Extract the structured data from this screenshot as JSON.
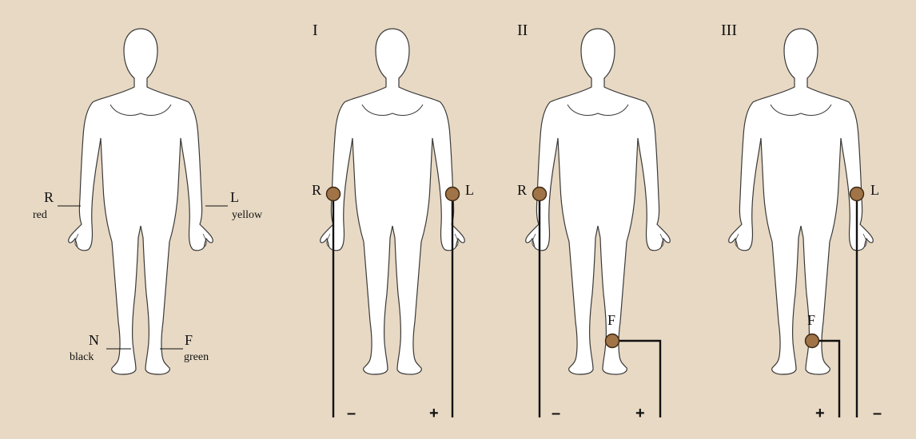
{
  "colors": {
    "background": "#e8d9c4",
    "body_fill": "#ffffff",
    "outline": "#3a3a3a",
    "electrode": "#a07447",
    "lead_wire": "#111111"
  },
  "reference": {
    "R": {
      "letter": "R",
      "color_word": "red"
    },
    "L": {
      "letter": "L",
      "color_word": "yellow"
    },
    "N": {
      "letter": "N",
      "color_word": "black"
    },
    "F": {
      "letter": "F",
      "color_word": "green"
    }
  },
  "leads": [
    {
      "title": "I",
      "electrodes": [
        "R",
        "L"
      ],
      "negative_label": "–",
      "positive_label": "+"
    },
    {
      "title": "II",
      "electrodes": [
        "R",
        "F"
      ],
      "negative_label": "–",
      "positive_label": "+"
    },
    {
      "title": "III",
      "electrodes": [
        "F",
        "L"
      ],
      "negative_label": "–",
      "positive_label": "+"
    }
  ],
  "icons": [
    "human-figure-icon",
    "electrode-icon"
  ]
}
